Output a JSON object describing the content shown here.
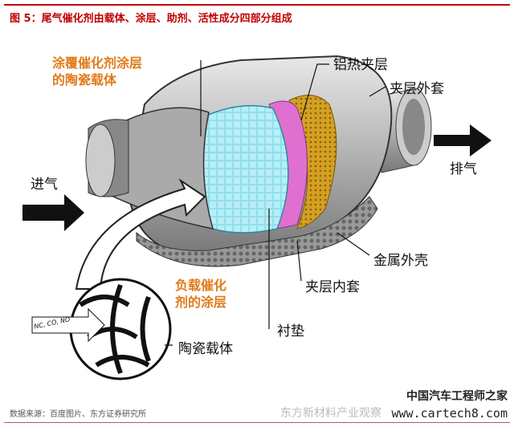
{
  "title": "图 5：尾气催化剂由载体、涂层、助剂、活性成分四部分组成",
  "labels": {
    "coated_carrier_line1": "涂覆催化剂涂层",
    "coated_carrier_line2": "的陶瓷载体",
    "aluminum_layer": "铝热夹层",
    "outer_jacket": "夹层外套",
    "intake": "进气",
    "exhaust": "排气",
    "metal_shell": "金属外壳",
    "inner_jacket": "夹层内套",
    "coating_line1": "负载催化",
    "coating_line2": "剂的涂层",
    "liner": "衬垫",
    "ceramic_carrier": "陶瓷载体",
    "gases": "NC, CO, NO"
  },
  "source": "数据来源：百度图片、东方证券研究所",
  "watermark": {
    "line1": "中国汽车工程师之家",
    "line2": "东方新材料产业观察",
    "line3": "www.cartech8.com"
  },
  "colors": {
    "title": "#c00000",
    "orange": "#e07b1a",
    "substrate": "#7fd8e8",
    "pink": "#e070d0",
    "gold": "#d4a020"
  }
}
